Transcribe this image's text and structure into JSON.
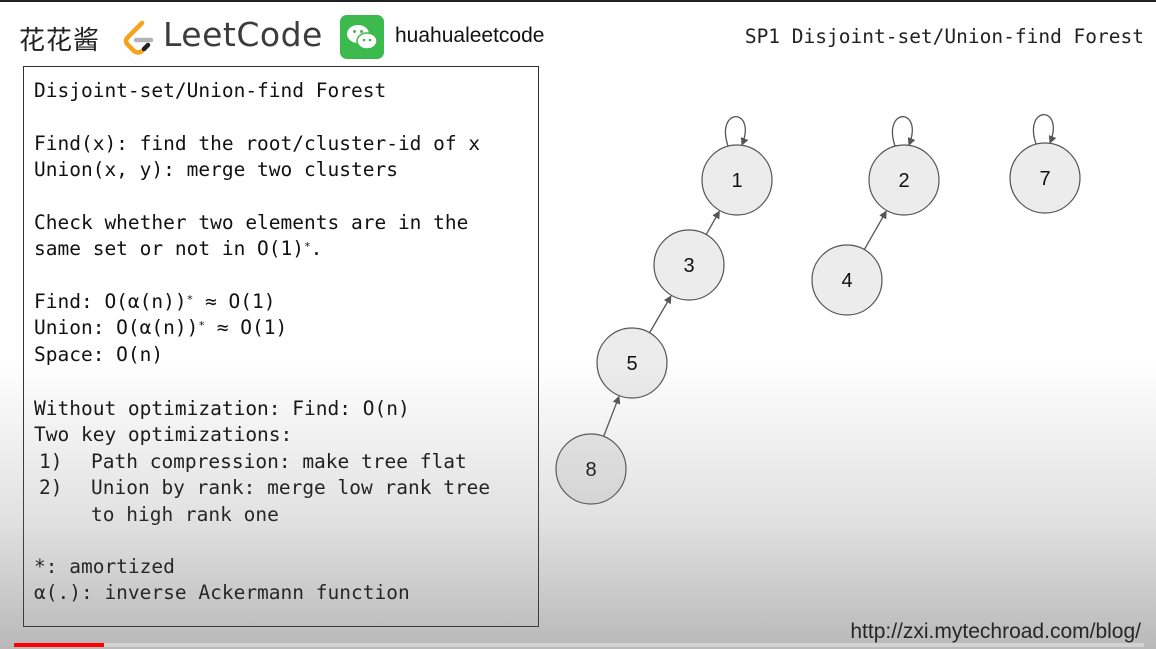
{
  "header": {
    "brand_cn": "花花酱",
    "brand_name": "LeetCode",
    "wechat_handle": "huahualeetcode",
    "slide_title": "SP1 Disjoint-set/Union-find Forest"
  },
  "panel": {
    "title": "Disjoint-set/Union-find Forest",
    "find_def": "Find(x): find the root/cluster-id of x",
    "union_def": "Union(x, y): merge two clusters",
    "check_line1": "Check whether two elements are in the",
    "check_line2": "same set or not in O(1)",
    "check_star": "*",
    "check_end": ".",
    "find_cost_a": "Find: O(α(n))",
    "find_cost_star": "*",
    "find_cost_b": " ≈ O(1)",
    "union_cost_a": "Union: O(α(n))",
    "union_cost_star": "*",
    "union_cost_b": " ≈ O(1)",
    "space_cost": "Space: O(n)",
    "without_opt": "Without optimization: Find: O(n)",
    "two_key": "Two key optimizations:",
    "opt1_num": "1)",
    "opt1_text": "Path compression: make tree flat",
    "opt2_num": "2)",
    "opt2_line1": "Union by rank: merge low rank tree",
    "opt2_line2": "to high rank one",
    "note_amortized": "*: amortized",
    "note_alpha": "α(.): inverse Ackermann function"
  },
  "diagram": {
    "nodes": [
      "1",
      "2",
      "7",
      "3",
      "4",
      "5",
      "8"
    ],
    "roots_with_self_loops": [
      "1",
      "2",
      "7"
    ],
    "edges": [
      [
        "3",
        "1"
      ],
      [
        "5",
        "3"
      ],
      [
        "8",
        "5"
      ],
      [
        "4",
        "2"
      ]
    ],
    "colors": {
      "node_fill": "#ececec",
      "node_stroke": "#555555",
      "edge": "#555555"
    }
  },
  "footer": {
    "url": "http://zxi.mytechroad.com/blog/",
    "video_progress_fraction": 0.08
  }
}
